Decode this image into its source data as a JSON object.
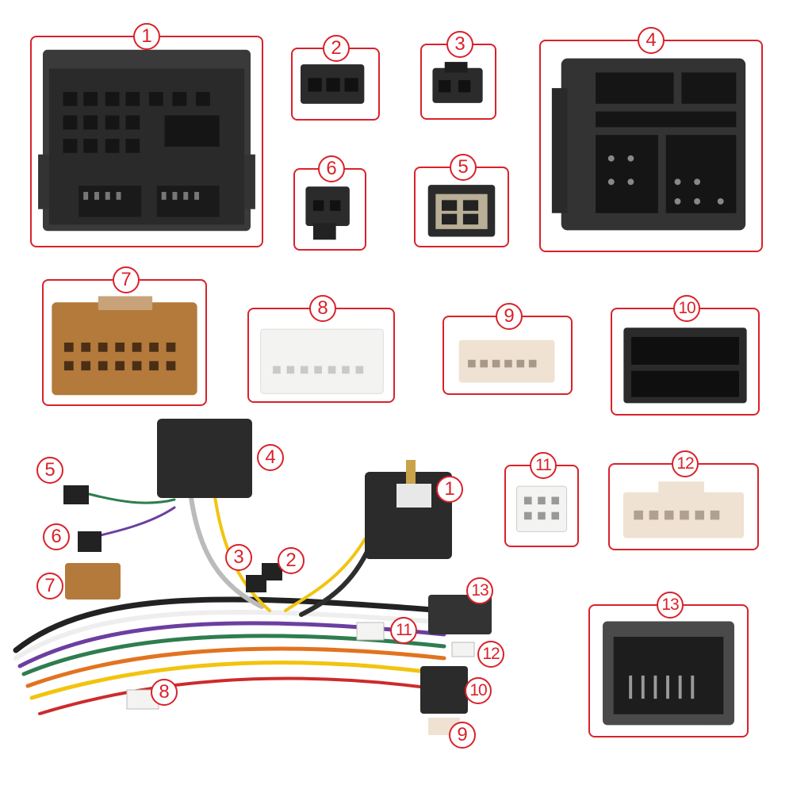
{
  "palette": {
    "accent": "#d9222a",
    "connector_black": "#2b2b2b",
    "connector_tan": "#b37a3c",
    "connector_white": "#f3f3f1",
    "connector_cream": "#efe2d2",
    "connector_grey": "#4a4a4a"
  },
  "panels": [
    {
      "num": "1",
      "name": "connector-1-black-large"
    },
    {
      "num": "2",
      "name": "connector-2-black-small"
    },
    {
      "num": "3",
      "name": "connector-3-black-small"
    },
    {
      "num": "4",
      "name": "connector-4-black-quadlock"
    },
    {
      "num": "5",
      "name": "connector-5-black-small"
    },
    {
      "num": "6",
      "name": "connector-6-black-small"
    },
    {
      "num": "7",
      "name": "connector-7-tan"
    },
    {
      "num": "8",
      "name": "connector-8-white"
    },
    {
      "num": "9",
      "name": "connector-9-cream"
    },
    {
      "num": "10",
      "name": "connector-10-black"
    },
    {
      "num": "11",
      "name": "connector-11-white-small"
    },
    {
      "num": "12",
      "name": "connector-12-cream"
    },
    {
      "num": "13",
      "name": "connector-13-grey"
    }
  ],
  "harness_labels": [
    "1",
    "2",
    "3",
    "4",
    "5",
    "6",
    "7",
    "8",
    "9",
    "10",
    "11",
    "12",
    "13"
  ]
}
